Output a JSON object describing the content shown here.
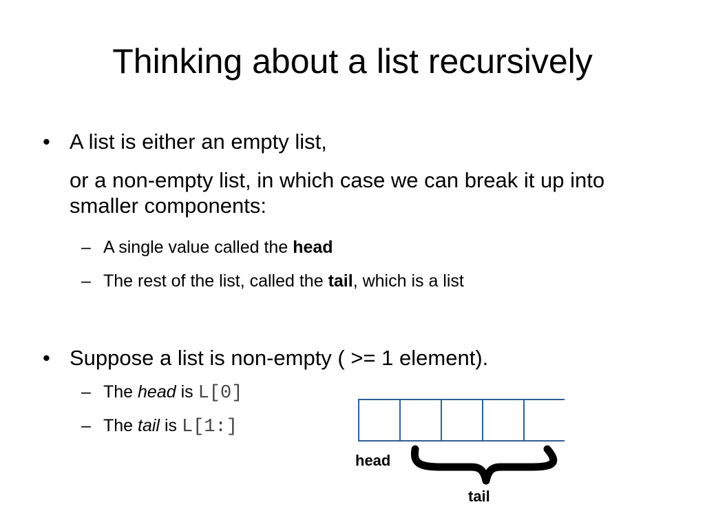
{
  "slide": {
    "title": "Thinking about a list recursively",
    "bullet1": {
      "dot": "•",
      "line1": "A list is either an empty list,",
      "line2": "or a non-empty list, in which case we can break it up into smaller components:",
      "sub1": {
        "dash": "–",
        "text": "A single value called the ",
        "bold": "head"
      },
      "sub2": {
        "dash": "–",
        "text": "The rest of the list, called the ",
        "bold": "tail",
        "suffix": ", which is a list"
      }
    },
    "bullet2": {
      "dot": "•",
      "line1": "Suppose a list is non-empty ( >= 1 element).",
      "sub1": {
        "dash": "–",
        "prefix": "The ",
        "italic": "head",
        "mid": " is ",
        "code": "L[0]"
      },
      "sub2": {
        "dash": "–",
        "prefix": "The ",
        "italic": "tail",
        "mid": " is ",
        "code": "L[1:]"
      }
    }
  },
  "diagram": {
    "cell_count": 5,
    "cell_color": "#2e5e96",
    "brace_color": "#000000",
    "head_label": "head",
    "tail_label": "tail"
  }
}
